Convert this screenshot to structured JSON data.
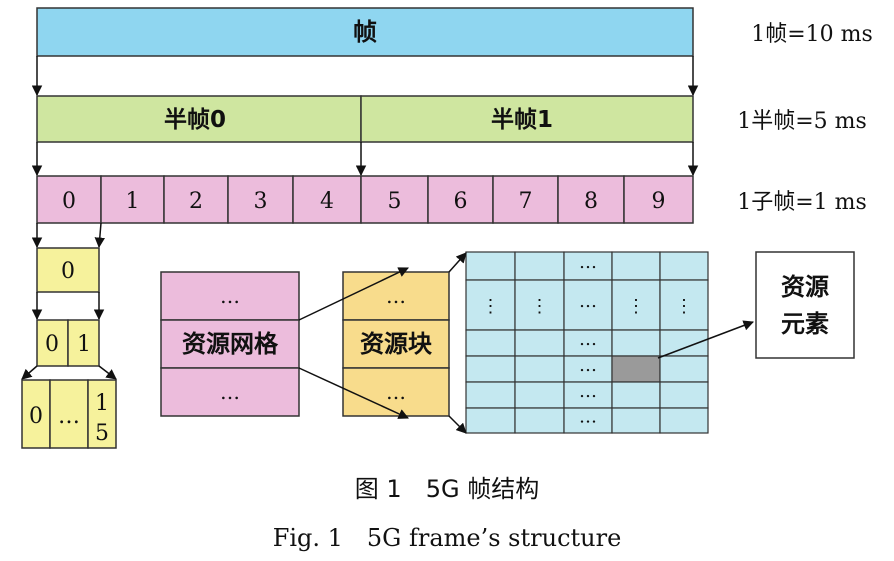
{
  "frame": {
    "label": "帧",
    "note": "1帧=10 ms",
    "color": "#8fd6f0"
  },
  "halfframes": {
    "labels": [
      "半帧0",
      "半帧1"
    ],
    "note": "1半帧=5 ms",
    "color": "#cfe6a0"
  },
  "subframes": {
    "labels": [
      "0",
      "1",
      "2",
      "3",
      "4",
      "5",
      "6",
      "7",
      "8",
      "9"
    ],
    "note": "1子帧=1 ms",
    "color": "#ecbcdc"
  },
  "slots": {
    "level1": [
      "0"
    ],
    "level2": [
      "0",
      "1"
    ],
    "level3": {
      "first": "0",
      "dots": "…",
      "last_top": "1",
      "last_bottom": "5"
    },
    "color": "#f6f29c"
  },
  "resource_grid": {
    "label": "资源网格",
    "dots": "…",
    "color": "#ecbcdc"
  },
  "resource_block": {
    "label": "资源块",
    "dots": "…",
    "color": "#f8dc8c"
  },
  "re_grid": {
    "dots_h": "…",
    "dots_v": "⋮",
    "color": "#c4e8f0",
    "highlight_color": "#9a9a9a"
  },
  "resource_element": {
    "line1": "资源",
    "line2": "元素"
  },
  "caption": {
    "cn": "图 1　5G 帧结构",
    "en": "Fig. 1　5G frame’s structure"
  }
}
